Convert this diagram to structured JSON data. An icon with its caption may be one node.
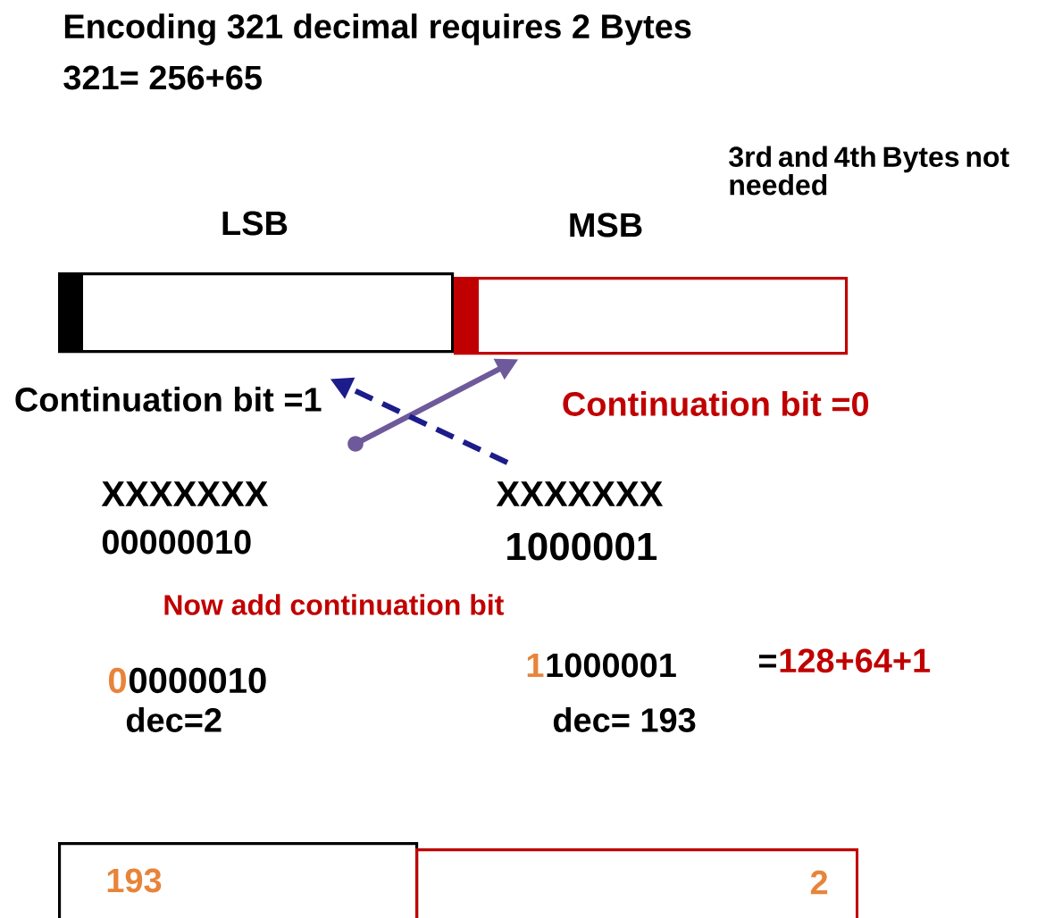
{
  "diagram": {
    "title": "Encoding 321 decimal requires 2 Bytes",
    "nodes": [
      {
        "text": [
          "LSB"
        ]
      },
      {
        "text": [
          "MSB"
        ]
      },
      {
        "text": [
          "Continuation bit =1"
        ]
      },
      {
        "text": [
          "Continuation bit =0"
        ]
      },
      {
        "text": [
          "193"
        ]
      },
      {
        "text": [
          "2"
        ]
      }
    ],
    "edges": [
      {
        "from": null,
        "to": 1,
        "arrow": "to",
        "color": "#6e5a9b"
      },
      {
        "from": null,
        "to": 2,
        "arrow": "to",
        "style": "dashed",
        "color": "#1c1c8a"
      }
    ],
    "labels": [
      "321= 256+65",
      "3rd and 4th Bytes not needed",
      "XXXXXXX",
      "00000010",
      "XXXXXXX",
      "1000001",
      "Now add continuation bit",
      "0",
      "0000010",
      "1",
      "1000001",
      "=",
      "128+64+1",
      "dec=2",
      "dec= 193"
    ]
  }
}
